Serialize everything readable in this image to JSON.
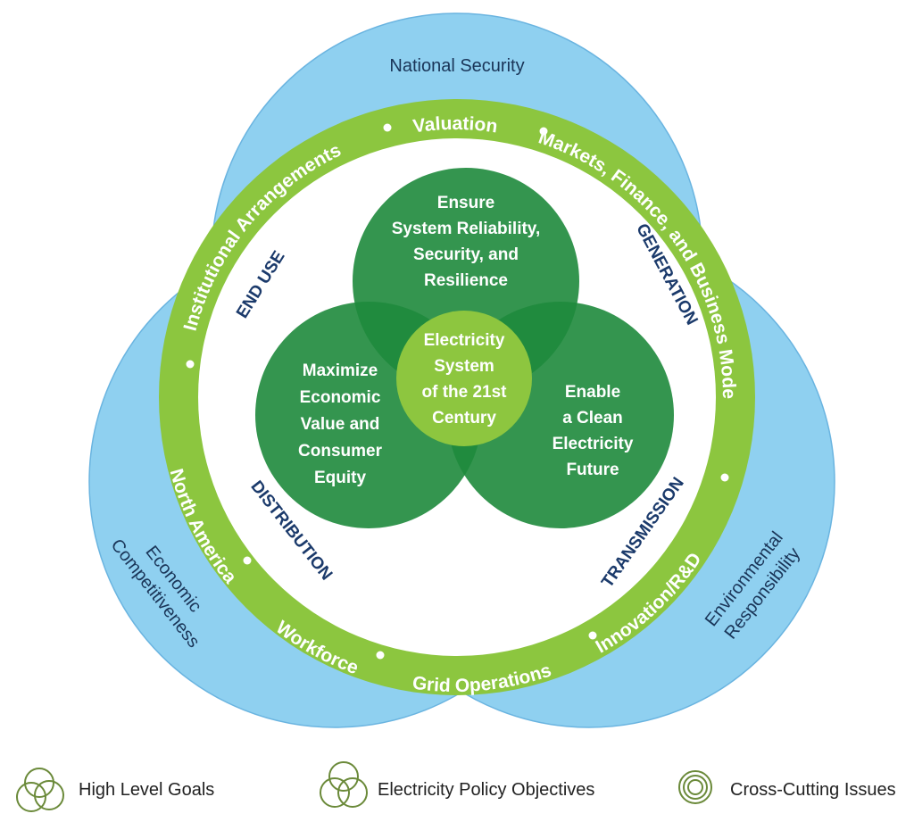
{
  "colors": {
    "blue_light": "#8fd0f0",
    "blue_dark": "#6ab4e0",
    "ring_green": "#8cc63f",
    "goal_green": "#1e8a3c",
    "goal_green_dark": "#136b2e",
    "center_green": "#8dc63f",
    "sector_text": "#1b3a6b",
    "blue_text": "#1a3558"
  },
  "high_level_goals": {
    "top": "National Security",
    "left": [
      "Economic",
      "Competitiveness"
    ],
    "right": [
      "Environmental",
      "Responsibility"
    ]
  },
  "cross_cutting_issues": [
    "Valuation",
    "Markets, Finance, and Business Models",
    "Innovation/R&D",
    "Grid Operations",
    "Workforce",
    "North America",
    "Institutional Arrangements"
  ],
  "sectors": {
    "end_use": "END USE",
    "generation": "GENERATION",
    "distribution": "DISTRIBUTION",
    "transmission": "TRANSMISSION"
  },
  "policy_objectives": {
    "top": [
      "Ensure",
      "System Reliability,",
      "Security, and",
      "Resilience"
    ],
    "left": [
      "Maximize",
      "Economic",
      "Value and",
      "Consumer",
      "Equity"
    ],
    "right": [
      "Enable",
      "a Clean",
      "Electricity",
      "Future"
    ]
  },
  "center": [
    "Electricity",
    "System",
    "of the 21st",
    "Century"
  ],
  "legend": {
    "high_level_goals": "High Level Goals",
    "policy_objectives": "Electricity Policy Objectives",
    "cross_cutting": "Cross-Cutting Issues"
  }
}
